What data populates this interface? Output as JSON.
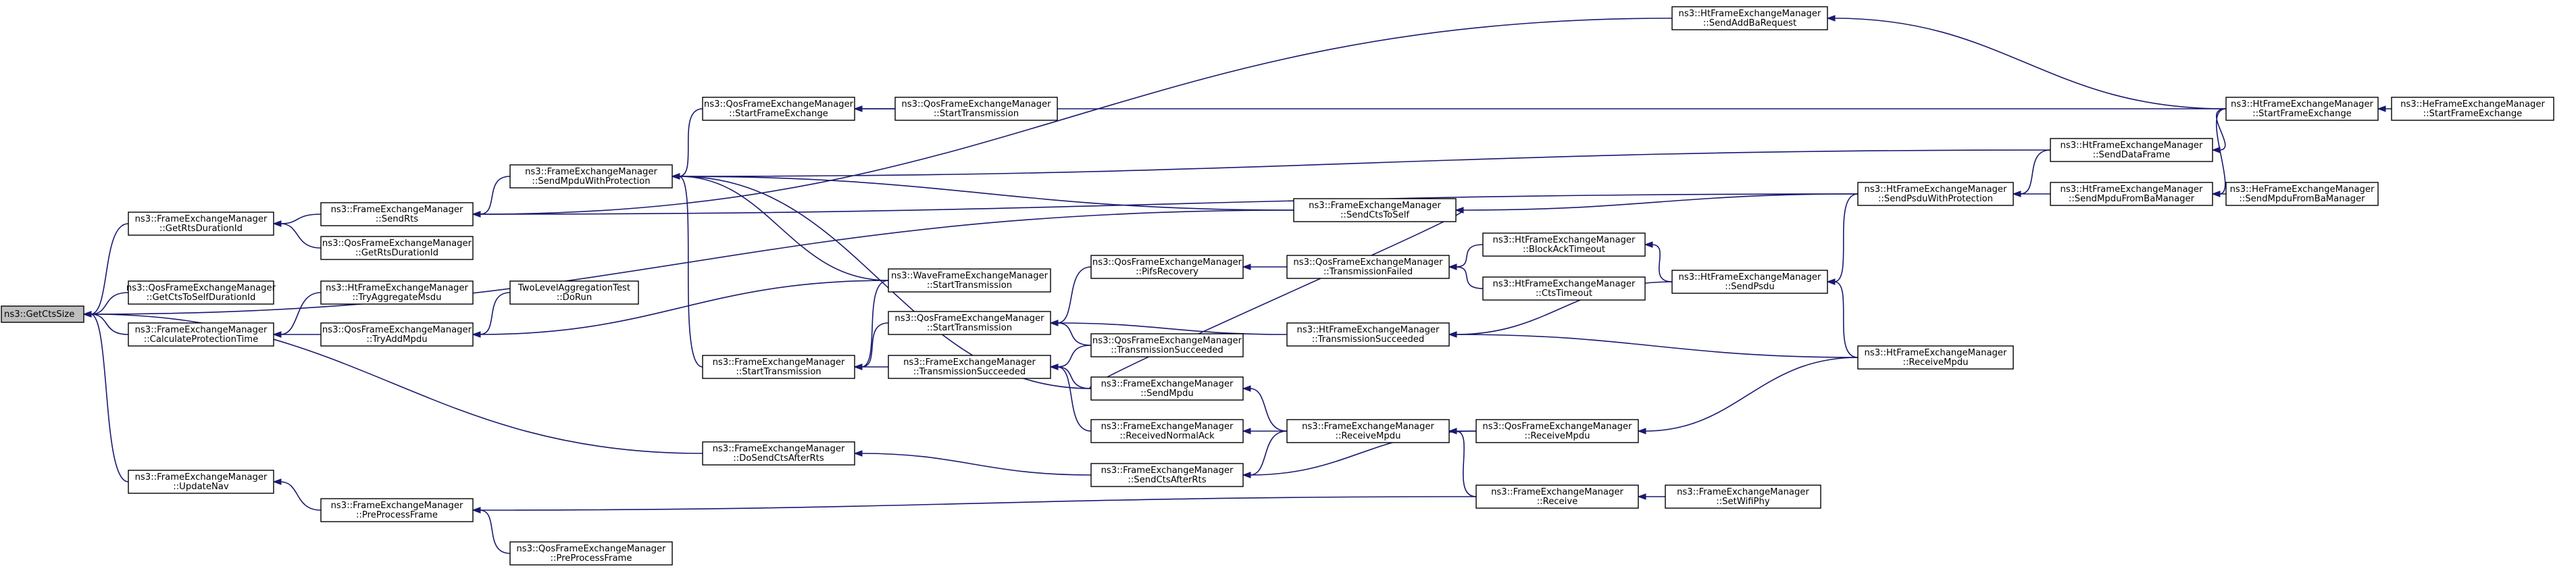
{
  "graph": {
    "root": "getctssize",
    "nodes": [
      {
        "id": "getctssize",
        "lines": [
          "ns3::GetCtsSize"
        ]
      },
      {
        "id": "getrtsdurationid",
        "lines": [
          "ns3::FrameExchangeManager",
          "::GetRtsDurationId"
        ]
      },
      {
        "id": "qos_getctstoselfdurationid",
        "lines": [
          "ns3::QosFrameExchangeManager",
          "::GetCtsToSelfDurationId"
        ]
      },
      {
        "id": "calculateprotectiontime",
        "lines": [
          "ns3::FrameExchangeManager",
          "::CalculateProtectionTime"
        ]
      },
      {
        "id": "updatenav",
        "lines": [
          "ns3::FrameExchangeManager",
          "::UpdateNav"
        ]
      },
      {
        "id": "sendrts",
        "lines": [
          "ns3::FrameExchangeManager",
          "::SendRts"
        ]
      },
      {
        "id": "qos_getrtsdurationid",
        "lines": [
          "ns3::QosFrameExchangeManager",
          "::GetRtsDurationId"
        ]
      },
      {
        "id": "ht_tryaggregatemsdu",
        "lines": [
          "ns3::HtFrameExchangeManager",
          "::TryAggregateMsdu"
        ]
      },
      {
        "id": "qos_tryaddmpdu",
        "lines": [
          "ns3::QosFrameExchangeManager",
          "::TryAddMpdu"
        ]
      },
      {
        "id": "preprocessframe",
        "lines": [
          "ns3::FrameExchangeManager",
          "::PreProcessFrame"
        ]
      },
      {
        "id": "qos_preprocessframe",
        "lines": [
          "ns3::QosFrameExchangeManager",
          "::PreProcessFrame"
        ]
      },
      {
        "id": "sendmpduwithprotection",
        "lines": [
          "ns3::FrameExchangeManager",
          "::SendMpduWithProtection"
        ]
      },
      {
        "id": "twolevelagg_dorun",
        "lines": [
          "TwoLevelAggregationTest",
          "::DoRun"
        ]
      },
      {
        "id": "fem_starttransmission",
        "lines": [
          "ns3::FrameExchangeManager",
          "::StartTransmission"
        ]
      },
      {
        "id": "dosendctsafterrts",
        "lines": [
          "ns3::FrameExchangeManager",
          "::DoSendCtsAfterRts"
        ]
      },
      {
        "id": "qos_startframeexchange",
        "lines": [
          "ns3::QosFrameExchangeManager",
          "::StartFrameExchange"
        ]
      },
      {
        "id": "qos_starttransmission_a",
        "lines": [
          "ns3::QosFrameExchangeManager",
          "::StartTransmission"
        ]
      },
      {
        "id": "wave_starttransmission",
        "lines": [
          "ns3::WaveFrameExchangeManager",
          "::StartTransmission"
        ]
      },
      {
        "id": "qos_starttransmission_b",
        "lines": [
          "ns3::QosFrameExchangeManager",
          "::StartTransmission"
        ]
      },
      {
        "id": "fem_transmissionsucceeded",
        "lines": [
          "ns3::FrameExchangeManager",
          "::TransmissionSucceeded"
        ]
      },
      {
        "id": "fem_sendmpdu",
        "lines": [
          "ns3::FrameExchangeManager",
          "::SendMpdu"
        ]
      },
      {
        "id": "fem_receivednormalack",
        "lines": [
          "ns3::FrameExchangeManager",
          "::ReceivedNormalAck"
        ]
      },
      {
        "id": "sendctsafterrts",
        "lines": [
          "ns3::FrameExchangeManager",
          "::SendCtsAfterRts"
        ]
      },
      {
        "id": "qos_pifsrecovery",
        "lines": [
          "ns3::QosFrameExchangeManager",
          "::PifsRecovery"
        ]
      },
      {
        "id": "qos_transmissionsucceeded",
        "lines": [
          "ns3::QosFrameExchangeManager",
          "::TransmissionSucceeded"
        ]
      },
      {
        "id": "qos_transmissionfailed",
        "lines": [
          "ns3::QosFrameExchangeManager",
          "::TransmissionFailed"
        ]
      },
      {
        "id": "sendctstoself",
        "lines": [
          "ns3::FrameExchangeManager",
          "::SendCtsToSelf"
        ]
      },
      {
        "id": "ht_transmissionsucceeded",
        "lines": [
          "ns3::HtFrameExchangeManager",
          "::TransmissionSucceeded"
        ]
      },
      {
        "id": "fem_receivempdu",
        "lines": [
          "ns3::FrameExchangeManager",
          "::ReceiveMpdu"
        ]
      },
      {
        "id": "ht_blockacktimeout",
        "lines": [
          "ns3::HtFrameExchangeManager",
          "::BlockAckTimeout"
        ]
      },
      {
        "id": "ht_ctstimeout",
        "lines": [
          "ns3::HtFrameExchangeManager",
          "::CtsTimeout"
        ]
      },
      {
        "id": "qos_receivempdu",
        "lines": [
          "ns3::QosFrameExchangeManager",
          "::ReceiveMpdu"
        ]
      },
      {
        "id": "fem_receive",
        "lines": [
          "ns3::FrameExchangeManager",
          "::Receive"
        ]
      },
      {
        "id": "ht_sendaddbarequest",
        "lines": [
          "ns3::HtFrameExchangeManager",
          "::SendAddBaRequest"
        ]
      },
      {
        "id": "ht_sendpsdu",
        "lines": [
          "ns3::HtFrameExchangeManager",
          "::SendPsdu"
        ]
      },
      {
        "id": "fem_setwifiphy",
        "lines": [
          "ns3::FrameExchangeManager",
          "::SetWifiPhy"
        ]
      },
      {
        "id": "ht_sendpsduwithprotection",
        "lines": [
          "ns3::HtFrameExchangeManager",
          "::SendPsduWithProtection"
        ]
      },
      {
        "id": "ht_receivempdu",
        "lines": [
          "ns3::HtFrameExchangeManager",
          "::ReceiveMpdu"
        ]
      },
      {
        "id": "ht_senddataframe",
        "lines": [
          "ns3::HtFrameExchangeManager",
          "::SendDataFrame"
        ]
      },
      {
        "id": "ht_sendmpdufrombamanager",
        "lines": [
          "ns3::HtFrameExchangeManager",
          "::SendMpduFromBaManager"
        ]
      },
      {
        "id": "ht_startframeexchange",
        "lines": [
          "ns3::HtFrameExchangeManager",
          "::StartFrameExchange"
        ]
      },
      {
        "id": "he_sendmpdufrombamanager",
        "lines": [
          "ns3::HeFrameExchangeManager",
          "::SendMpduFromBaManager"
        ]
      },
      {
        "id": "he_startframeexchange",
        "lines": [
          "ns3::HeFrameExchangeManager",
          "::StartFrameExchange"
        ]
      }
    ],
    "edges": [
      {
        "from": "getrtsdurationid",
        "to": "getctssize"
      },
      {
        "from": "qos_getctstoselfdurationid",
        "to": "getctssize"
      },
      {
        "from": "calculateprotectiontime",
        "to": "getctssize"
      },
      {
        "from": "updatenav",
        "to": "getctssize"
      },
      {
        "from": "sendctstoself",
        "to": "getctssize"
      },
      {
        "from": "dosendctsafterrts",
        "to": "getctssize"
      },
      {
        "from": "sendrts",
        "to": "getrtsdurationid"
      },
      {
        "from": "qos_getrtsdurationid",
        "to": "getrtsdurationid"
      },
      {
        "from": "ht_tryaggregatemsdu",
        "to": "calculateprotectiontime"
      },
      {
        "from": "qos_tryaddmpdu",
        "to": "calculateprotectiontime"
      },
      {
        "from": "twolevelagg_dorun",
        "to": "qos_tryaddmpdu"
      },
      {
        "from": "wave_starttransmission",
        "to": "qos_tryaddmpdu"
      },
      {
        "from": "preprocessframe",
        "to": "updatenav"
      },
      {
        "from": "qos_preprocessframe",
        "to": "preprocessframe"
      },
      {
        "from": "fem_receive",
        "to": "preprocessframe"
      },
      {
        "from": "sendmpduwithprotection",
        "to": "sendrts"
      },
      {
        "from": "ht_sendaddbarequest",
        "to": "sendrts"
      },
      {
        "from": "ht_sendpsduwithprotection",
        "to": "sendrts"
      },
      {
        "from": "qos_startframeexchange",
        "to": "sendmpduwithprotection"
      },
      {
        "from": "ht_startframeexchange",
        "to": "qos_startframeexchange"
      },
      {
        "from": "qos_starttransmission_a",
        "to": "qos_startframeexchange"
      },
      {
        "from": "ht_senddataframe",
        "to": "sendmpduwithprotection"
      },
      {
        "from": "sendctstoself",
        "to": "sendmpduwithprotection"
      },
      {
        "from": "wave_starttransmission",
        "to": "sendmpduwithprotection"
      },
      {
        "from": "fem_starttransmission",
        "to": "sendmpduwithprotection"
      },
      {
        "from": "fem_sendmpdu",
        "to": "sendmpduwithprotection"
      },
      {
        "from": "wave_starttransmission",
        "to": "fem_starttransmission"
      },
      {
        "from": "qos_starttransmission_b",
        "to": "fem_starttransmission"
      },
      {
        "from": "fem_transmissionsucceeded",
        "to": "fem_starttransmission"
      },
      {
        "from": "qos_pifsrecovery",
        "to": "qos_starttransmission_b"
      },
      {
        "from": "qos_transmissionsucceeded",
        "to": "qos_starttransmission_b"
      },
      {
        "from": "ht_transmissionsucceeded",
        "to": "qos_starttransmission_b"
      },
      {
        "from": "qos_transmissionsucceeded",
        "to": "fem_transmissionsucceeded"
      },
      {
        "from": "fem_sendmpdu",
        "to": "fem_transmissionsucceeded"
      },
      {
        "from": "fem_receivednormalack",
        "to": "fem_transmissionsucceeded"
      },
      {
        "from": "fem_receivempdu",
        "to": "fem_sendmpdu"
      },
      {
        "from": "fem_receivempdu",
        "to": "fem_receivednormalack"
      },
      {
        "from": "sendctsafterrts",
        "to": "dosendctsafterrts"
      },
      {
        "from": "fem_receivempdu",
        "to": "sendctsafterrts"
      },
      {
        "from": "qos_receivempdu",
        "to": "sendctsafterrts"
      },
      {
        "from": "qos_transmissionfailed",
        "to": "qos_pifsrecovery"
      },
      {
        "from": "ht_blockacktimeout",
        "to": "qos_transmissionfailed"
      },
      {
        "from": "ht_ctstimeout",
        "to": "qos_transmissionfailed"
      },
      {
        "from": "ht_sendpsdu",
        "to": "ht_blockacktimeout"
      },
      {
        "from": "ht_sendpsduwithprotection",
        "to": "sendctstoself"
      },
      {
        "from": "fem_sendmpdu",
        "to": "sendctstoself"
      },
      {
        "from": "ht_sendpsdu",
        "to": "ht_transmissionsucceeded"
      },
      {
        "from": "ht_receivempdu",
        "to": "ht_transmissionsucceeded"
      },
      {
        "from": "qos_receivempdu",
        "to": "fem_receivempdu"
      },
      {
        "from": "fem_receive",
        "to": "fem_receivempdu"
      },
      {
        "from": "ht_receivempdu",
        "to": "qos_receivempdu"
      },
      {
        "from": "fem_setwifiphy",
        "to": "fem_receive"
      },
      {
        "from": "ht_startframeexchange",
        "to": "ht_sendaddbarequest"
      },
      {
        "from": "ht_sendpsduwithprotection",
        "to": "ht_sendpsdu"
      },
      {
        "from": "ht_receivempdu",
        "to": "ht_sendpsdu"
      },
      {
        "from": "ht_senddataframe",
        "to": "ht_sendpsduwithprotection"
      },
      {
        "from": "ht_sendmpdufrombamanager",
        "to": "ht_sendpsduwithprotection"
      },
      {
        "from": "ht_startframeexchange",
        "to": "ht_senddataframe"
      },
      {
        "from": "ht_startframeexchange",
        "to": "ht_sendmpdufrombamanager"
      },
      {
        "from": "he_sendmpdufrombamanager",
        "to": "ht_sendmpdufrombamanager"
      },
      {
        "from": "he_startframeexchange",
        "to": "ht_startframeexchange"
      }
    ]
  }
}
